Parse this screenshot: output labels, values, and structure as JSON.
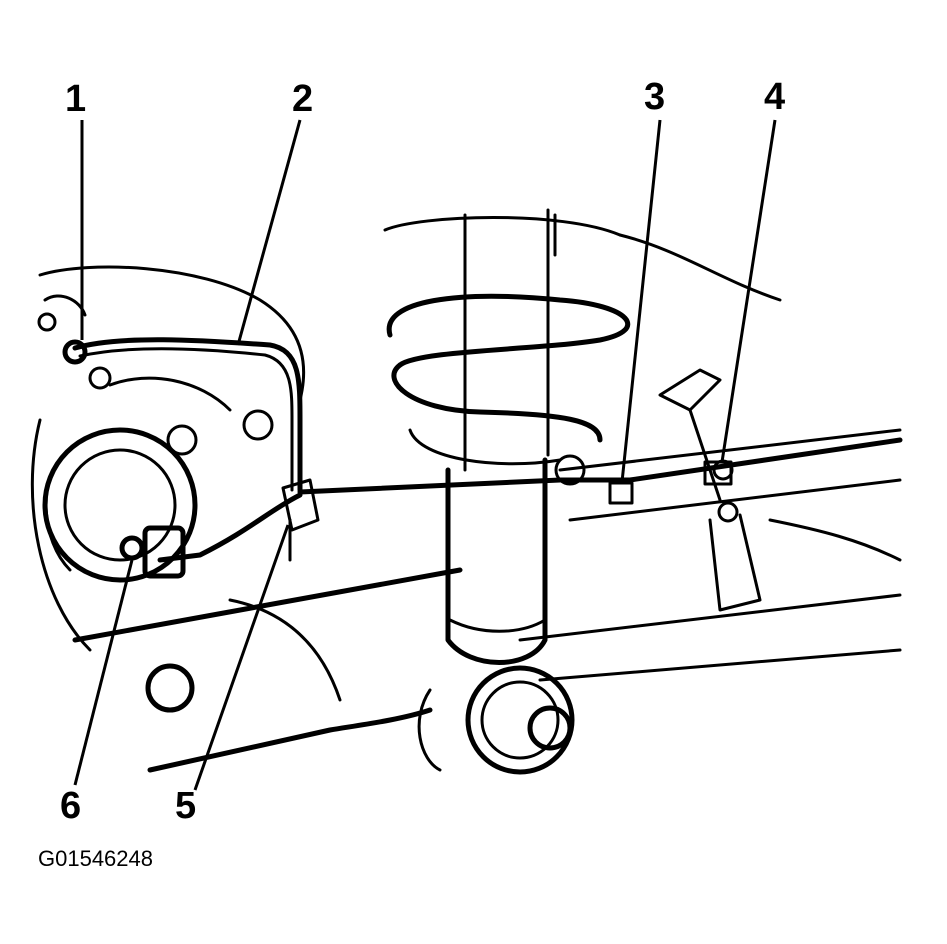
{
  "callouts": [
    "1",
    "2",
    "3",
    "4",
    "5",
    "6"
  ],
  "figure_id": "G01546248"
}
